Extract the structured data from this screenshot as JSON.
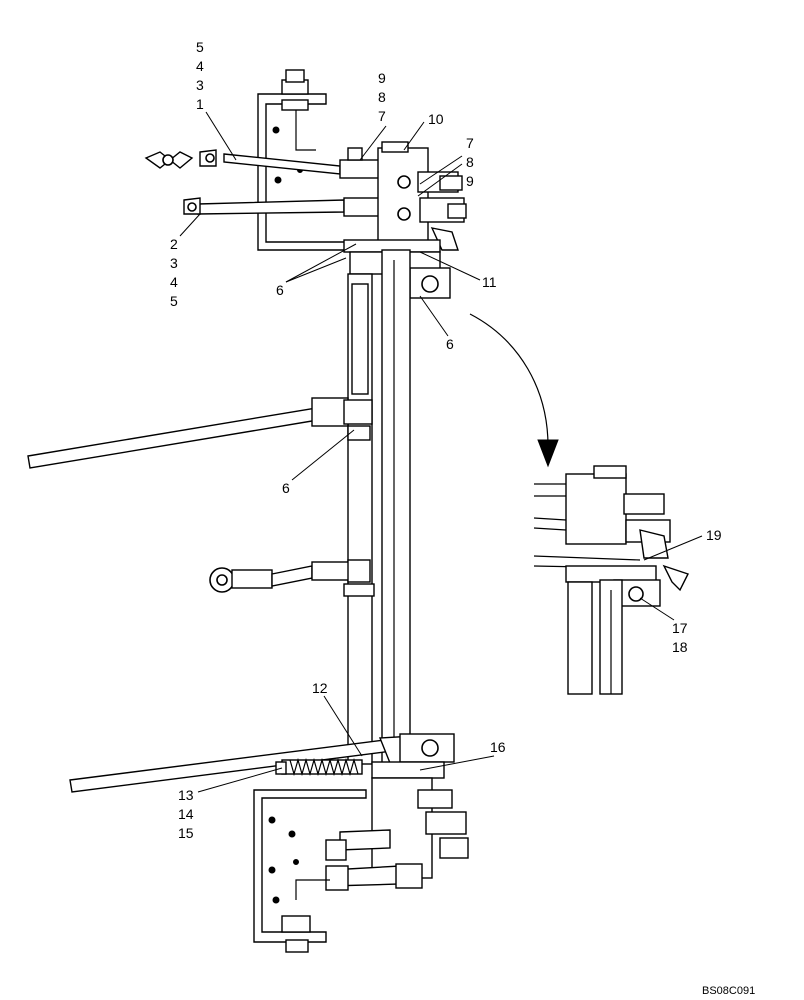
{
  "diagram": {
    "callouts": {
      "top_left_stack": [
        "5",
        "4",
        "3",
        "1"
      ],
      "top_right_stack": [
        "9",
        "8",
        "7"
      ],
      "c10": "10",
      "right_stack": [
        "7",
        "8",
        "9"
      ],
      "left_stack": [
        "2",
        "3",
        "4",
        "5"
      ],
      "c6_upper": "6",
      "c11": "11",
      "c6_mid": "6",
      "c6_lower": "6",
      "c12": "12",
      "c16": "16",
      "bottom_stack": [
        "13",
        "14",
        "15"
      ],
      "c19": "19",
      "c17": "17",
      "c18": "18"
    },
    "figure_code": "BS08C091"
  }
}
